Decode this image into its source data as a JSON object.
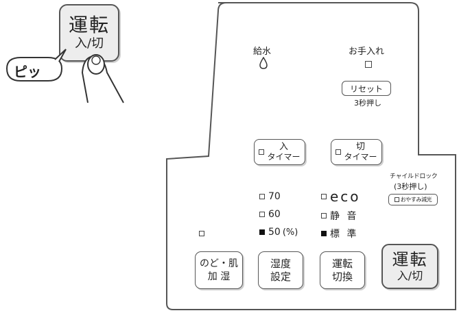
{
  "top_button": {
    "line1": "運転",
    "line2": "入/切"
  },
  "sound_label": "ピッ",
  "panel": {
    "water_supply": {
      "label": "給水",
      "icon": "water-drop-icon"
    },
    "maintenance": {
      "label": "お手入れ",
      "reset_label": "リセット",
      "reset_hint": "3秒押し"
    },
    "timer_on": {
      "line1": "入",
      "line2": "タイマー"
    },
    "timer_off": {
      "line1": "切",
      "line2": "タイマー"
    },
    "child_lock": {
      "line1": "チャイルドロック",
      "line2": "(3秒押し)",
      "dim_label": "おやすみ減光"
    },
    "humidity_levels": [
      {
        "label": "70",
        "active": false
      },
      {
        "label": "60",
        "active": false
      },
      {
        "label": "50",
        "unit": "(%)",
        "active": true
      }
    ],
    "modes": [
      {
        "label": "eco",
        "active": false
      },
      {
        "label": "静 音",
        "active": false
      },
      {
        "label": "標 準",
        "active": true
      }
    ],
    "buttons": {
      "throat_skin": {
        "line1": "のど・肌",
        "line2": "加 湿"
      },
      "humidity_setting": {
        "line1": "湿度",
        "line2": "設定"
      },
      "mode_switch": {
        "line1": "運転",
        "line2": "切換"
      },
      "power": {
        "line1": "運転",
        "line2": "入/切"
      }
    }
  },
  "colors": {
    "outline": "#444444",
    "panel_bg": "#ffffff",
    "button_shadow": "#cfcfcf",
    "dark_button": "#ededed"
  }
}
